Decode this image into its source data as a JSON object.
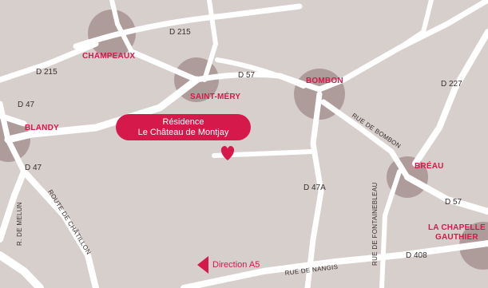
{
  "map": {
    "pin_label_line1": "Résidence",
    "pin_label_line2": "Le Château de Montjay",
    "direction_label": "Direction A5",
    "towns": {
      "champeaux": "CHAMPEAUX",
      "saint_mery": "SAINT-MÉRY",
      "bombon": "BOMBON",
      "blandy": "BLANDY",
      "breau": "BRÉAU",
      "la_chapelle_line1": "LA CHAPELLE",
      "la_chapelle_line2": "GAUTHIER"
    },
    "roads": {
      "d215_top": "D 215",
      "d215_left": "D 215",
      "d57_top": "D 57",
      "d227": "D 227",
      "d47_top": "D 47",
      "d47_bottom": "D 47",
      "rue_de_bombon": "RUE DE BOMBON",
      "d47a": "D 47A",
      "d57_right": "D 57",
      "r_de_melun": "R. DE MELUN",
      "route_de_chatillon": "ROUTE DE CHÂTILLON",
      "rue_de_fontainebleau": "RUE DE FONTAINEBLEAU",
      "d408": "D 408",
      "rue_de_nangis": "RUE DE NANGIS"
    },
    "colors": {
      "background": "#d7cfcc",
      "road": "#ffffff",
      "accent": "#d6194b",
      "town_circle": "#a79391"
    }
  }
}
